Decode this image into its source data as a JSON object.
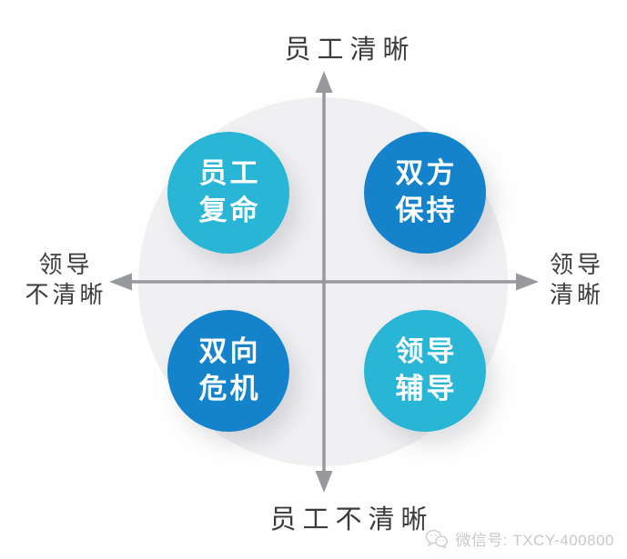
{
  "diagram": {
    "type": "quadrant-matrix",
    "theme": "领导与员工清晰度四象限",
    "background_circle_color": "#f0f0f2",
    "axis_color": "#97999d",
    "label_color": "#3c3c3c"
  },
  "axes": {
    "top_label": "员工清晰",
    "bottom_label": "员工不清晰",
    "left_label_line1": "领导",
    "left_label_line2": "不清晰",
    "right_label_line1": "领导",
    "right_label_line2": "清晰"
  },
  "quadrants": [
    {
      "position": "top-left",
      "line1": "员工",
      "line2": "复命",
      "color": "#29b5d6"
    },
    {
      "position": "top-right",
      "line1": "双方",
      "line2": "保持",
      "color": "#1583cb"
    },
    {
      "position": "bottom-left",
      "line1": "双向",
      "line2": "危机",
      "color": "#1583cb"
    },
    {
      "position": "bottom-right",
      "line1": "领导",
      "line2": "辅导",
      "color": "#29b5d6"
    }
  ],
  "watermark": {
    "icon": "wechat-icon",
    "text": "微信号: TXCY-400800",
    "color": "#c9c9c9"
  }
}
